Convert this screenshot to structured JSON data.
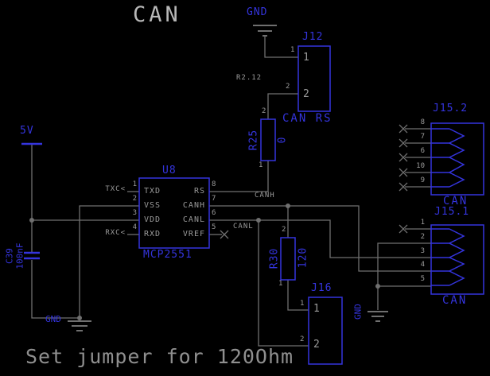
{
  "title": "CAN",
  "note": "Set jumper for 120Ohm",
  "colors": {
    "bg": "#000000",
    "blue": "#3434dd",
    "wire": "#6f6f6f",
    "pin": "#9a9a9a",
    "title": "#b8b8b8",
    "note": "#8f8f8f"
  },
  "power": {
    "v5": "5V",
    "gnd": "GND"
  },
  "nets": {
    "canh": "CANH",
    "canl": "CANL",
    "tx": "TXC<",
    "rx": "RXC<",
    "j12_net": "R2.12"
  },
  "u8": {
    "ref": "U8",
    "part": "MCP2551",
    "left_pins": [
      {
        "num": "1",
        "name": "TXD"
      },
      {
        "num": "2",
        "name": "VSS"
      },
      {
        "num": "3",
        "name": "VDD"
      },
      {
        "num": "4",
        "name": "RXD"
      }
    ],
    "right_pins": [
      {
        "num": "8",
        "name": "RS"
      },
      {
        "num": "7",
        "name": "CANH"
      },
      {
        "num": "6",
        "name": "CANL"
      },
      {
        "num": "5",
        "name": "VREF"
      }
    ]
  },
  "r25": {
    "ref": "R25",
    "value": "0",
    "pins": [
      "2",
      "1"
    ]
  },
  "r30": {
    "ref": "R30",
    "value": "120",
    "pins": [
      "2",
      "1"
    ]
  },
  "c39": {
    "ref": "C39",
    "value": "100nF"
  },
  "j12": {
    "ref": "J12",
    "caption": "CAN RS",
    "pins": [
      "1",
      "2"
    ]
  },
  "j16": {
    "ref": "J16",
    "pins": [
      "1",
      "2"
    ]
  },
  "j15_2": {
    "ref": "J15.2",
    "caption": "CAN",
    "pins": [
      "8",
      "7",
      "6",
      "10",
      "9"
    ]
  },
  "j15_1": {
    "ref": "J15.1",
    "caption": "CAN",
    "pins": [
      "1",
      "2",
      "3",
      "4",
      "5"
    ]
  }
}
